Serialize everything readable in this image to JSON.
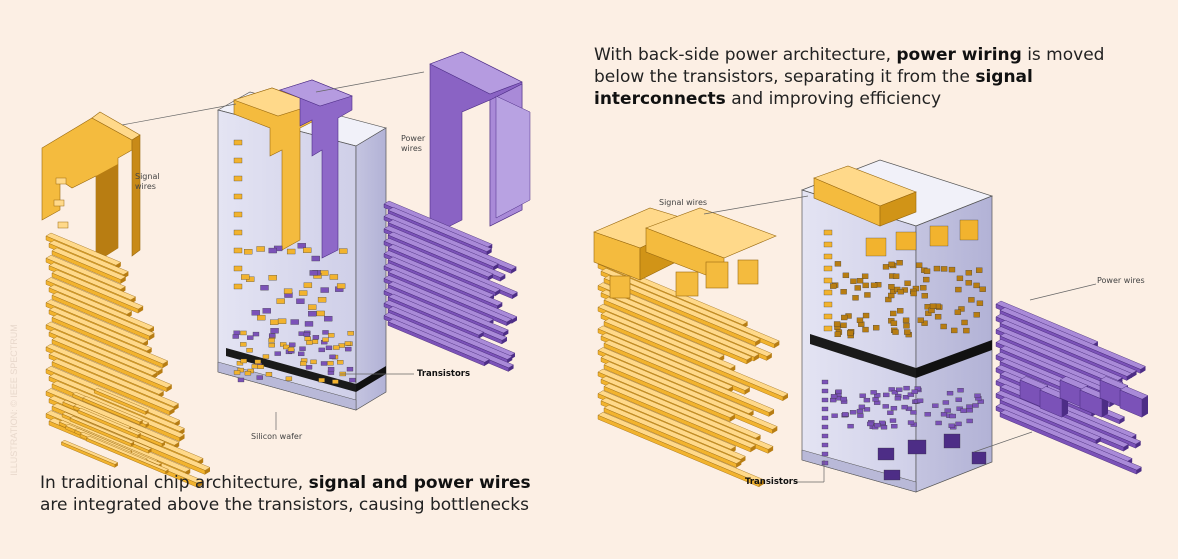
{
  "captions": {
    "right": {
      "t1": "With back-side power architecture, ",
      "b1": "power wiring",
      "t2": " is moved below the transistors, separating it from the ",
      "b2": "signal interconnects",
      "t3": " and improving efficiency"
    },
    "left": {
      "t1": "In traditional chip architecture, ",
      "b1": "signal and power wires",
      "t2": " are integrated above the transistors, causing bottlenecks"
    }
  },
  "labels": {
    "signal_wires_left": "Signal wires",
    "power_wires_left": "Power wires",
    "transistors_left": "Transistors",
    "silicon_wafer": "Silicon wafer",
    "signal_wires_right": "Signal wires",
    "power_wires_right": "Power wires",
    "transistors_right": "Transistors"
  },
  "watermark": "ILLUSTRATION: © IEEE SPECTRUM",
  "colors": {
    "background": "#fcefe4",
    "signal_gold": "#f2b32e",
    "signal_gold_dark": "#b87d12",
    "signal_gold_light": "#ffd98a",
    "power_purple": "#7b52b8",
    "power_purple_dark": "#4d2d86",
    "power_purple_light": "#a98ad8",
    "block_face": "#dcdcef",
    "block_side": "#c3c3e0",
    "block_top": "#eeeef8",
    "transistor_band": "#1a1a1a"
  }
}
